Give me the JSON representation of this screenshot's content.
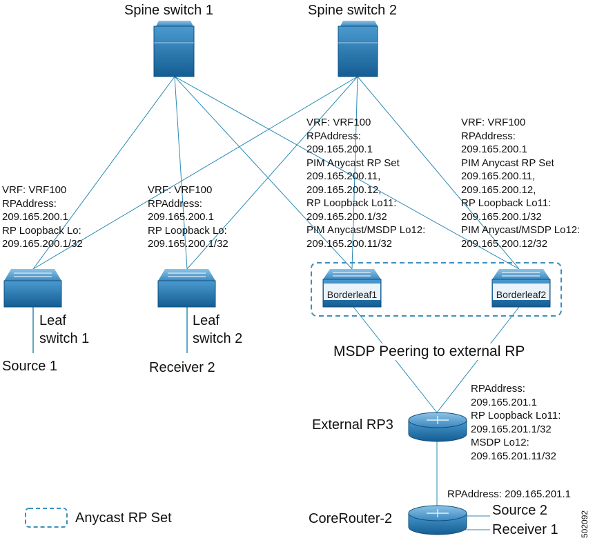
{
  "colors": {
    "device": "#1a6ea8",
    "link": "#2a8ab5",
    "dashed": "#3a8fbf"
  },
  "spines": [
    {
      "label": "Spine switch 1"
    },
    {
      "label": "Spine switch 2"
    }
  ],
  "leaves": [
    {
      "label_line1": "Leaf",
      "label_line2": "switch 1",
      "host": "Source 1",
      "info": [
        "VRF: VRF100",
        "RPAddress:",
        "209.165.200.1",
        "RP Loopback Lo:",
        "209.165.200.1/32"
      ]
    },
    {
      "label_line1": "Leaf",
      "label_line2": "switch 2",
      "host": "Receiver 2",
      "info": [
        "VRF: VRF100",
        "RPAddress:",
        "209.165.200.1",
        "RP Loopback Lo:",
        "209.165.200.1/32"
      ]
    }
  ],
  "borderleaves": [
    {
      "label": "Borderleaf1",
      "info": [
        "VRF: VRF100",
        "RPAddress:",
        "209.165.200.1",
        "PIM Anycast RP Set",
        "209.165.200.11,",
        "209.165.200.12,",
        "RP Loopback Lo11:",
        "209.165.200.1/32",
        "PIM Anycast/MSDP Lo12:",
        "209.165.200.11/32"
      ]
    },
    {
      "label": "Borderleaf2",
      "info": [
        "VRF: VRF100",
        "RPAddress:",
        "209.165.200.1",
        "PIM Anycast RP Set",
        "209.165.200.11,",
        "209.165.200.12,",
        "RP Loopback Lo11:",
        "209.165.200.1/32",
        "PIM Anycast/MSDP Lo12:",
        "209.165.200.12/32"
      ]
    }
  ],
  "msdp_label": "MSDP Peering to external RP",
  "external_rp": {
    "label": "External RP3",
    "info": [
      "RPAddress:",
      "209.165.201.1",
      "RP Loopback Lo11:",
      "209.165.201.1/32",
      "MSDP Lo12:",
      "209.165.201.11/32"
    ]
  },
  "core_router": {
    "label": "CoreRouter-2",
    "info": "RPAddress: 209.165.201.1",
    "hosts": [
      "Source 2",
      "Receiver 1"
    ]
  },
  "legend": {
    "label": "Anycast RP Set"
  },
  "figure_id": "502092"
}
